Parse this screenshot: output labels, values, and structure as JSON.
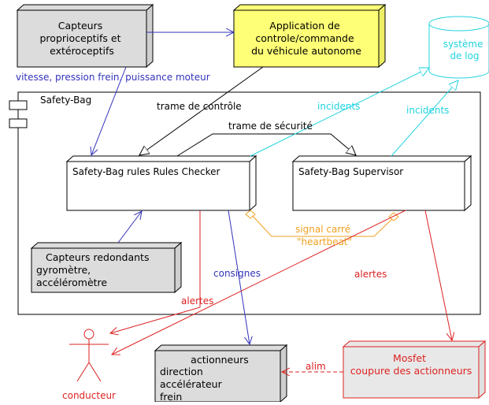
{
  "colors": {
    "blue": "#3333bb",
    "cyan": "#22d3e0",
    "orange": "#f0a020",
    "red": "#dd2222",
    "black": "#000000",
    "node_gray": "#dcdcdc",
    "node_yellow": "#ffff77",
    "node_white": "#ffffff",
    "mosfet_fill": "#e8e8e8"
  },
  "nodes": {
    "capteurs": [
      "Capteurs",
      "proprioceptifs et",
      "extéroceptifs"
    ],
    "application": [
      "Application de",
      "controle/commande",
      "du véhicule autonome"
    ],
    "log": [
      "système",
      "de log"
    ],
    "safety_bag": "Safety-Bag",
    "rules_checker": "Safety-Bag rules Rules Checker",
    "supervisor": "Safety-Bag Supervisor",
    "capteurs_redondants": [
      "Capteurs redondants",
      "gyromètre,",
      "accéléromètre"
    ],
    "actionneurs_title": "actionneurs",
    "actionneurs_items": [
      "direction",
      "accélérateur",
      "frein"
    ],
    "mosfet": [
      "Mosfet",
      "coupure des actionneurs"
    ],
    "conducteur": "conducteur"
  },
  "labels": {
    "vitesse": "vitesse, pression frein, puissance moteur",
    "trame_controle": "trame de contrôle",
    "trame_securite": "trame de sécurité",
    "incidents_1": "incidents",
    "incidents_2": "incidents",
    "signal": [
      "signal carré",
      "\"heartbeat\""
    ],
    "consignes": "consignes",
    "alertes_1": "alertes",
    "alertes_2": "alertes",
    "alim": "alim"
  }
}
